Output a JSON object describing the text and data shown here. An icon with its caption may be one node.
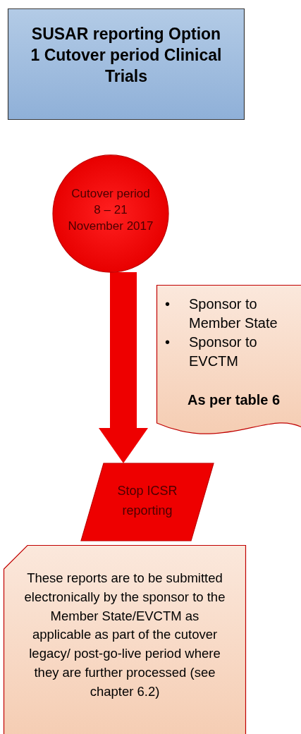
{
  "diagram": {
    "nodes": [
      {
        "text": [
          "SUSAR reporting Option 1 Cutover period Clinical Trials"
        ]
      },
      {
        "text": [
          "Cutover period 8 – 21 November 2017"
        ]
      },
      {
        "text": [
          "• Sponsor to Member State",
          "• Sponsor to EVCTM",
          "As per table 6"
        ]
      },
      {
        "text": [
          "Stop ICSR reporting"
        ]
      },
      {
        "text": [
          "These reports are to be submitted electronically by the  sponsor to the Member State/EVCTM as applicable as part of the cutover legacy/ post-go-live period where they are further processed (see chapter 6.2)"
        ]
      }
    ],
    "edges": [
      {
        "from": 1,
        "to": 3,
        "arrow": "to"
      }
    ]
  }
}
